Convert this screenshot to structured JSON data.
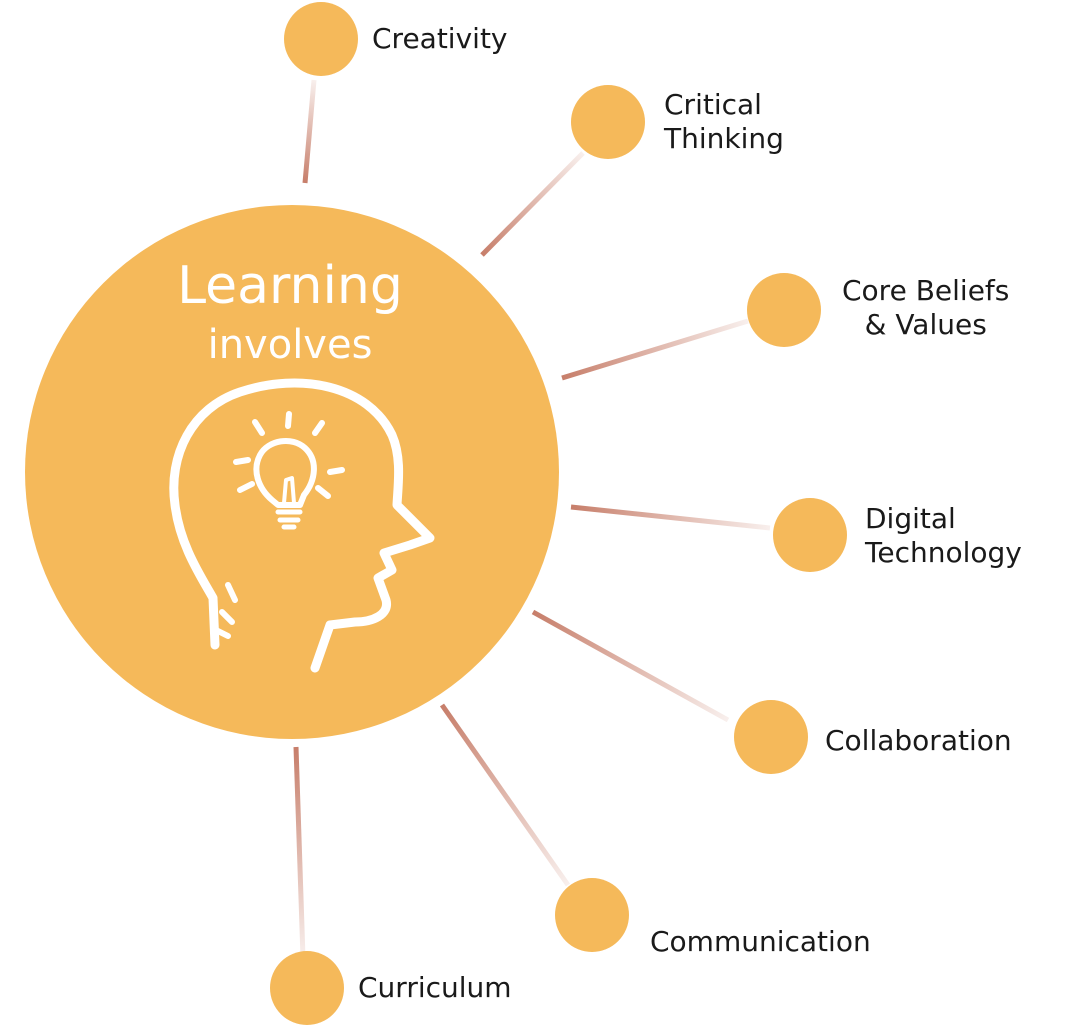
{
  "hub": {
    "title": "Learning",
    "subtitle": "involves",
    "icon": "head-with-lightbulb-icon"
  },
  "nodes": [
    {
      "id": "creativity",
      "label": "Creativity"
    },
    {
      "id": "critical-thinking",
      "label": "Critical\nThinking"
    },
    {
      "id": "core-beliefs",
      "label": "Core Beliefs\n& Values"
    },
    {
      "id": "digital-technology",
      "label": "Digital\nTechnology"
    },
    {
      "id": "collaboration",
      "label": "Collaboration"
    },
    {
      "id": "communication",
      "label": "Communication"
    },
    {
      "id": "curriculum",
      "label": "Curriculum"
    }
  ],
  "colors": {
    "circle": "#F5B95A",
    "connector": "#C77E6A",
    "icon": "#ffffff"
  }
}
